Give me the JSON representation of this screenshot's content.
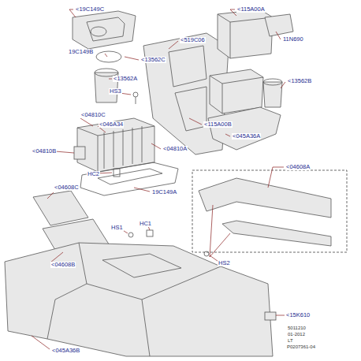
{
  "diagram": {
    "labels": [
      "<19C149C",
      "<115A00A",
      "11N690",
      "19C149B",
      "<13562C",
      "<519C06",
      "<13562A",
      "HS3",
      "<13562B",
      "<115A00B",
      "<04810C",
      "<046A34",
      "<045A36A",
      "<04810B",
      "<04810A",
      "HC2",
      "<04608A",
      "<04608C",
      "19C149A",
      "HS1",
      "HC1",
      "<04608B",
      "HS2",
      "<15K610",
      "<045A36B",
      "5011210",
      "01-2012",
      "LT",
      "P0207361-04"
    ]
  }
}
